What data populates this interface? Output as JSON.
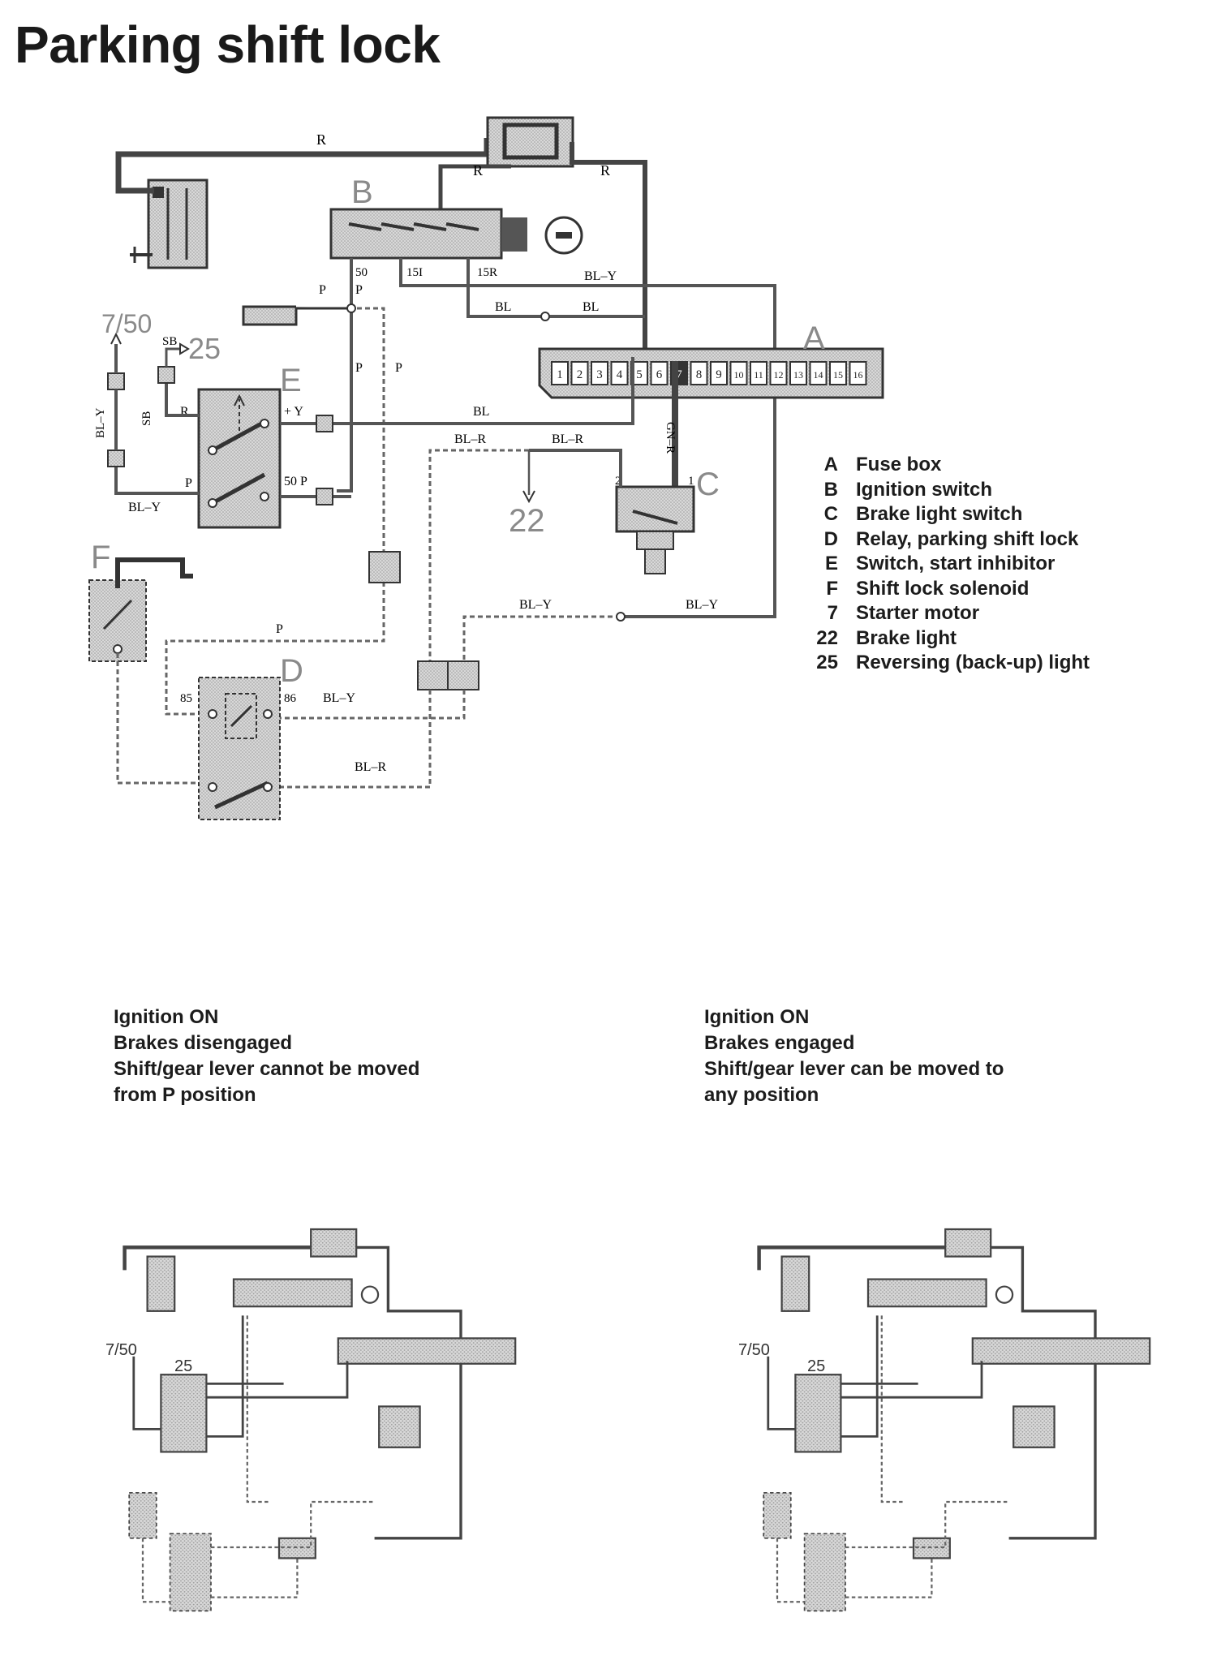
{
  "title": "Parking shift lock",
  "legend": [
    {
      "key": "A",
      "label": "Fuse box"
    },
    {
      "key": "B",
      "label": "Ignition switch"
    },
    {
      "key": "C",
      "label": "Brake light switch"
    },
    {
      "key": "D",
      "label": "Relay, parking shift lock"
    },
    {
      "key": "E",
      "label": "Switch, start inhibitor"
    },
    {
      "key": "F",
      "label": "Shift lock solenoid"
    },
    {
      "key": "7",
      "label": "Starter motor"
    },
    {
      "key": "22",
      "label": "Brake light"
    },
    {
      "key": "25",
      "label": "Reversing (back-up) light"
    }
  ],
  "components": {
    "A": "A",
    "B": "B",
    "C": "C",
    "D": "D",
    "E": "E",
    "F": "F"
  },
  "refs": {
    "ref_7_50": "7/50",
    "ref_25": "25",
    "ref_22": "22"
  },
  "wires": {
    "R": "R",
    "BL": "BL",
    "BL_Y": "BL–Y",
    "BL_R": "BL–R",
    "P": "P",
    "SB": "SB",
    "GN_R": "GN–R"
  },
  "pins": {
    "t50": "50",
    "t15I": "15I",
    "t15R": "15R",
    "plusY": "+ Y",
    "t50P": "50 P",
    "t85": "85",
    "t86": "86",
    "c1": "1",
    "c2": "2"
  },
  "fuses": [
    "1",
    "2",
    "3",
    "4",
    "5",
    "6",
    "7",
    "8",
    "9",
    "10",
    "11",
    "12",
    "13",
    "14",
    "15",
    "16"
  ],
  "captions": {
    "left": [
      "Ignition ON",
      "Brakes disengaged",
      "Shift/gear lever cannot be moved",
      "from P position"
    ],
    "right": [
      "Ignition ON",
      "Brakes engaged",
      "Shift/gear lever can be moved to",
      "any position"
    ]
  },
  "colors": {
    "wire": "#4a4a4a",
    "component_fill": "#d4d4d4",
    "label_gray": "#8a8a8a"
  }
}
